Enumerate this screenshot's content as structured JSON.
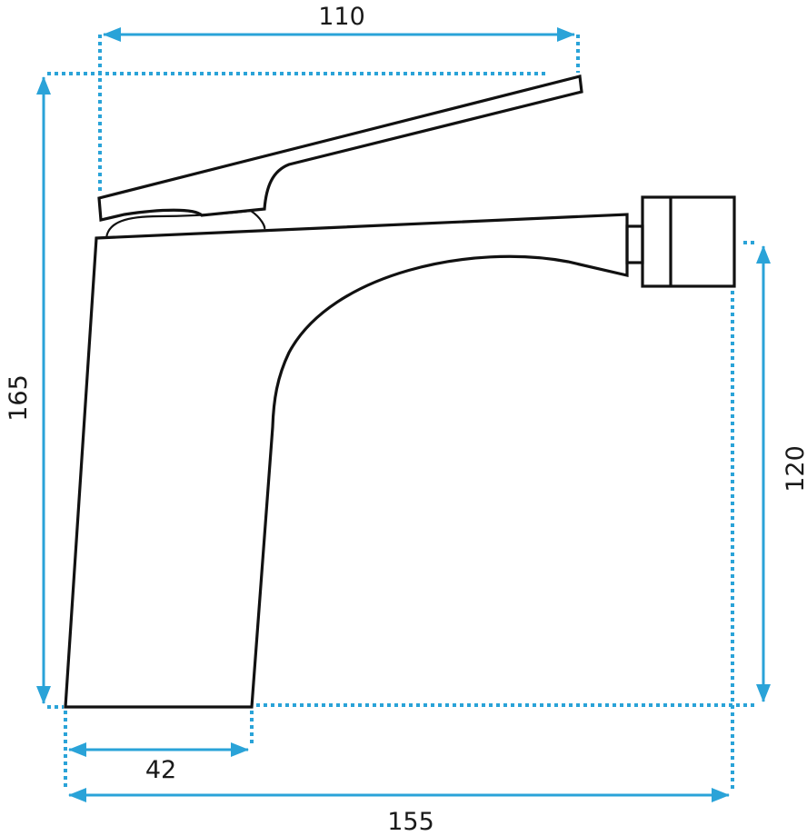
{
  "colors": {
    "dimension": "#2aa3d8",
    "outline": "#111111",
    "background": "#ffffff"
  },
  "dimensions": {
    "top_width": "110",
    "total_height": "165",
    "spout_height": "120",
    "base_width": "42",
    "total_width": "155"
  }
}
